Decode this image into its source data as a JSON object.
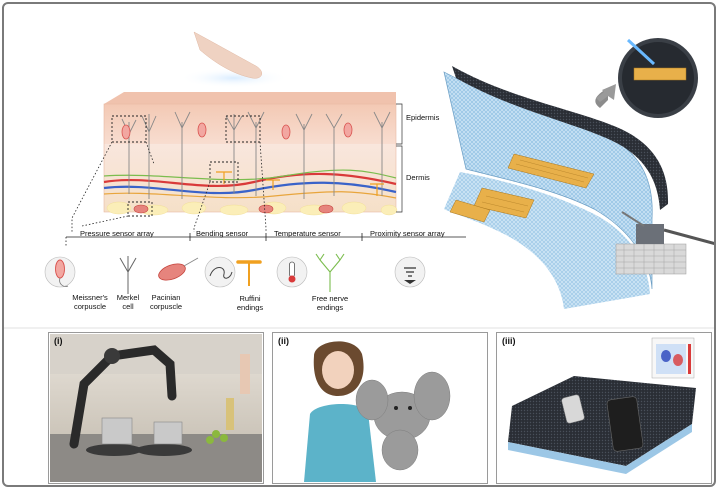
{
  "layers": {
    "epidermis": "Epidermis",
    "dermis": "Dermis"
  },
  "sensor_categories": {
    "pressure": "Pressure sensor array",
    "bending": "Bending sensor",
    "temperature": "Temperature sensor",
    "proximity": "Proximity sensor array"
  },
  "receptors": {
    "meissner": "Meissner's\ncorpuscle",
    "merkel": "Merkel\ncell",
    "pacinian": "Pacinian\ncorpuscle",
    "ruffini": "Ruffini\nendings",
    "free_nerve": "Free nerve\nendings"
  },
  "panels": {
    "i": "(i)",
    "ii": "(ii)",
    "iii": "(iii)"
  },
  "colors": {
    "skin_top": "#f6d6c6",
    "skin_dermis": "#f7e3da",
    "meissner": "#d9534f",
    "ruffini": "#f0a020",
    "artery": "#d93a3a",
    "vein": "#3a63c9",
    "sensor_gold": "#e8b04a",
    "fabric_blue": "#a8cdea",
    "fabric_dark": "#2b2f36"
  },
  "icons": [
    "finger-icon",
    "meissner-icon",
    "merkel-icon",
    "pacinian-icon",
    "bending-icon",
    "ruffini-icon",
    "thermometer-icon",
    "free-nerve-icon",
    "proximity-icon"
  ]
}
